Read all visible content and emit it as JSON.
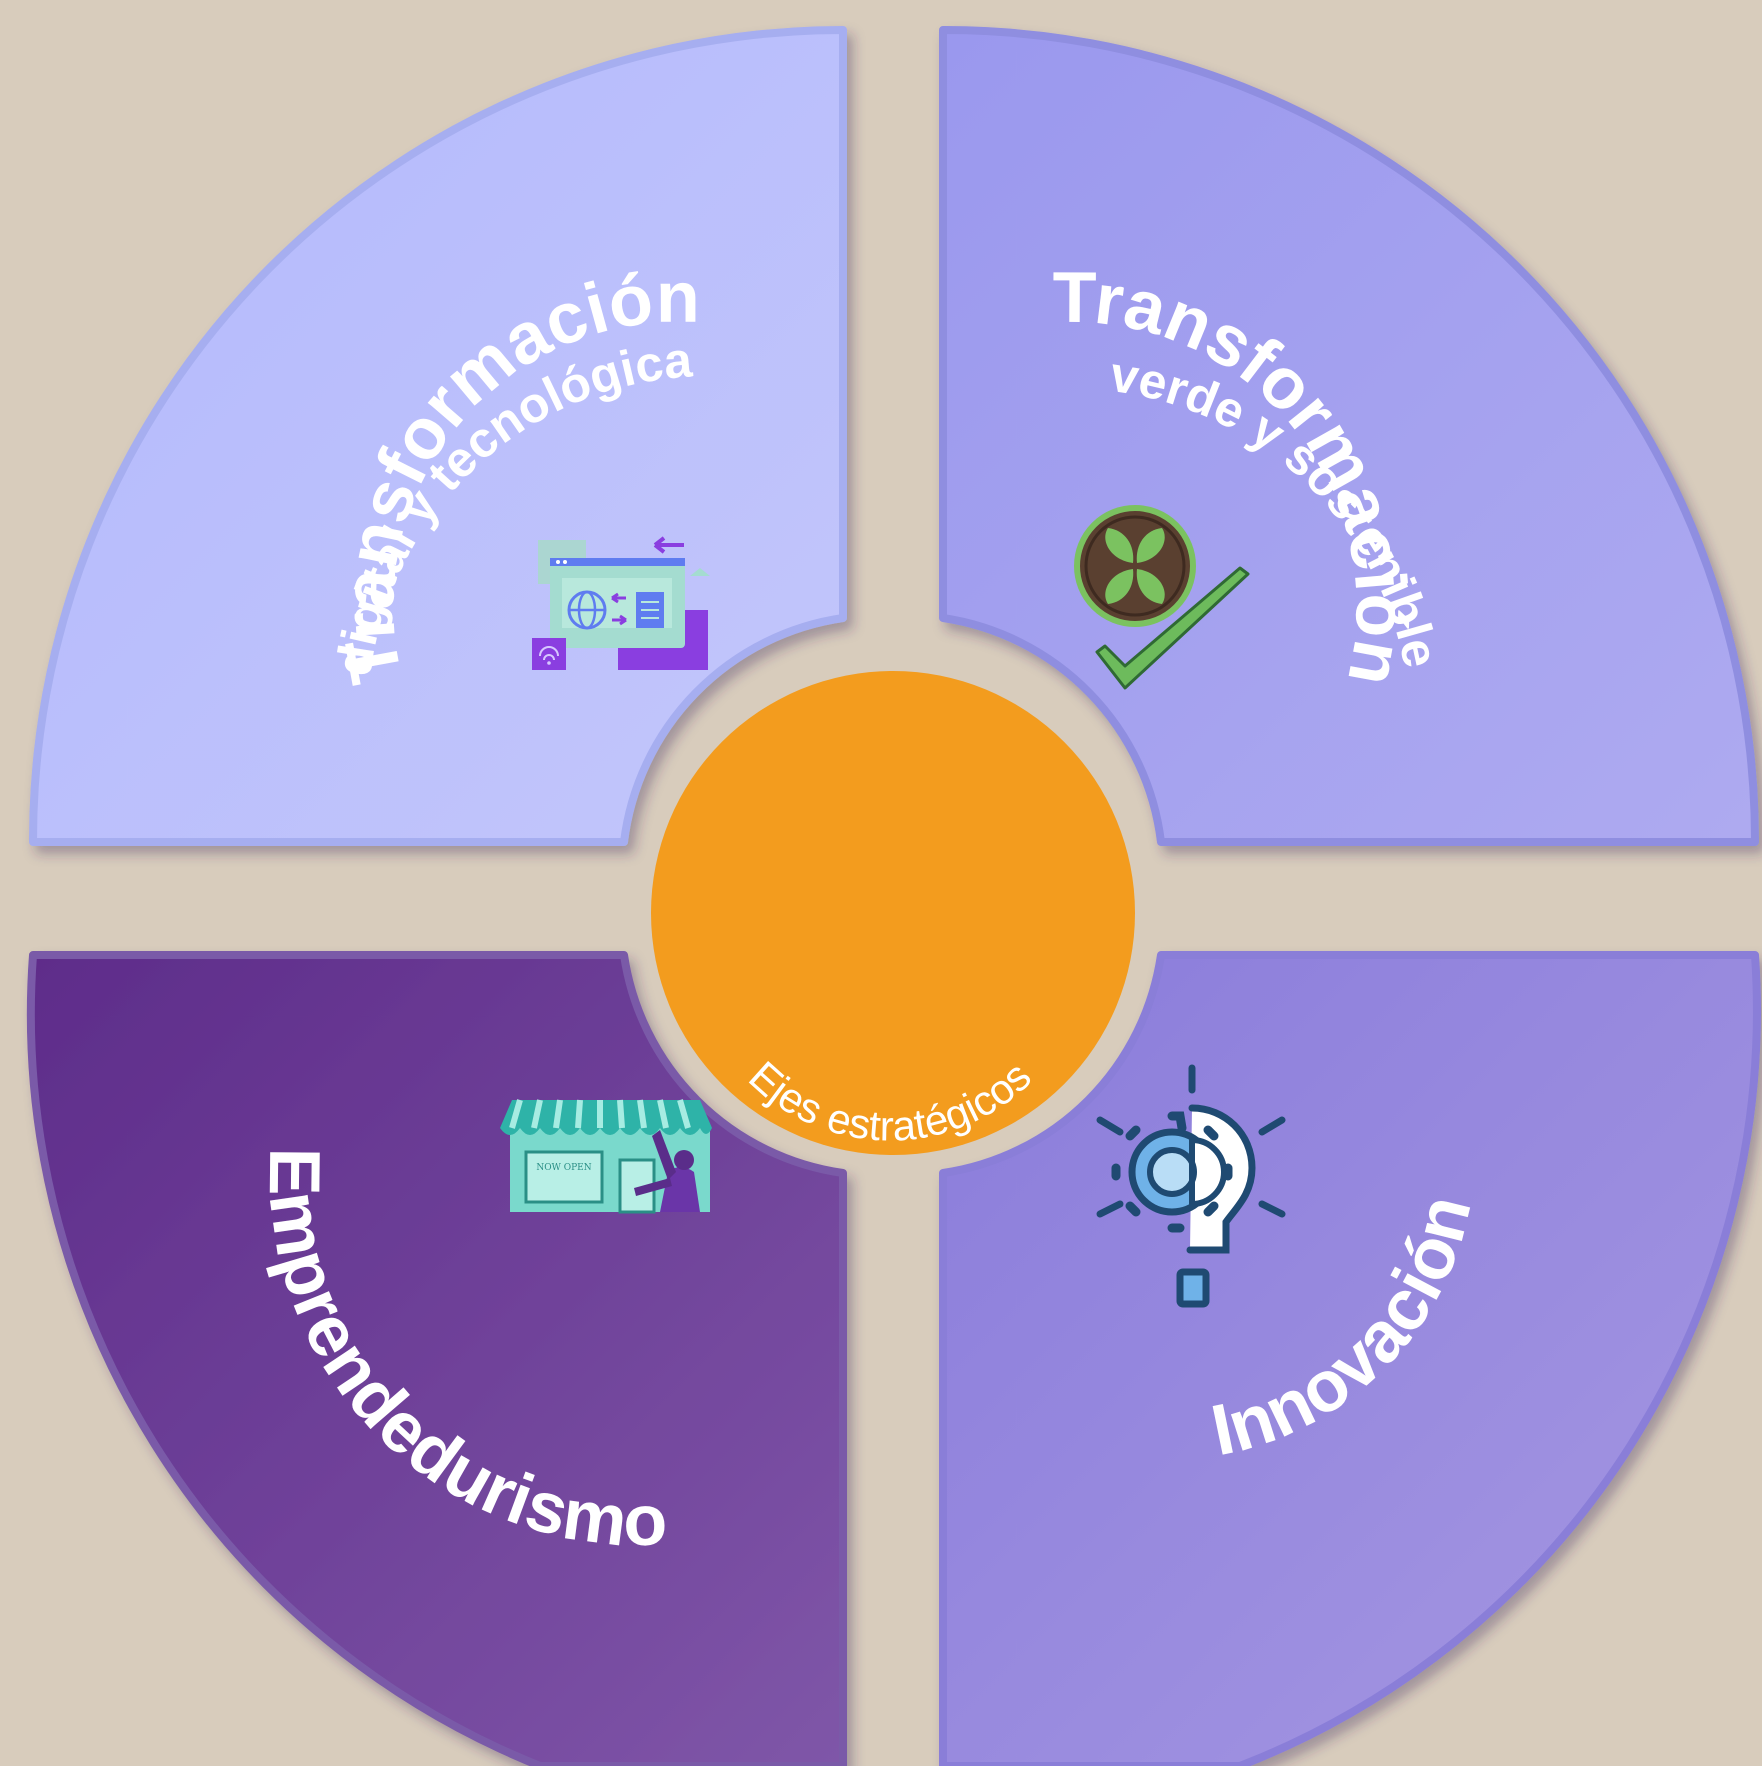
{
  "center": {
    "label": "Ejes estratégicos",
    "color": "#f39c1e"
  },
  "quadrants": [
    {
      "id": "digital",
      "title": "Transformación",
      "subtitle": "digital y tecnológica",
      "icon": "web-browser-icon",
      "color": "#b6bdfb"
    },
    {
      "id": "green",
      "title": "Transformación",
      "subtitle": "verde y sostenible",
      "icon": "leaf-checkmark-icon",
      "color": "#a19cf0"
    },
    {
      "id": "entrepreneurship",
      "title": "Emprendedurismo",
      "subtitle": "",
      "icon": "storefront-icon",
      "color": "#6a3c96",
      "sign_text": "NOW OPEN"
    },
    {
      "id": "innovation",
      "title": "Innovación",
      "subtitle": "",
      "icon": "lightbulb-gear-icon",
      "color": "#9585de"
    }
  ]
}
